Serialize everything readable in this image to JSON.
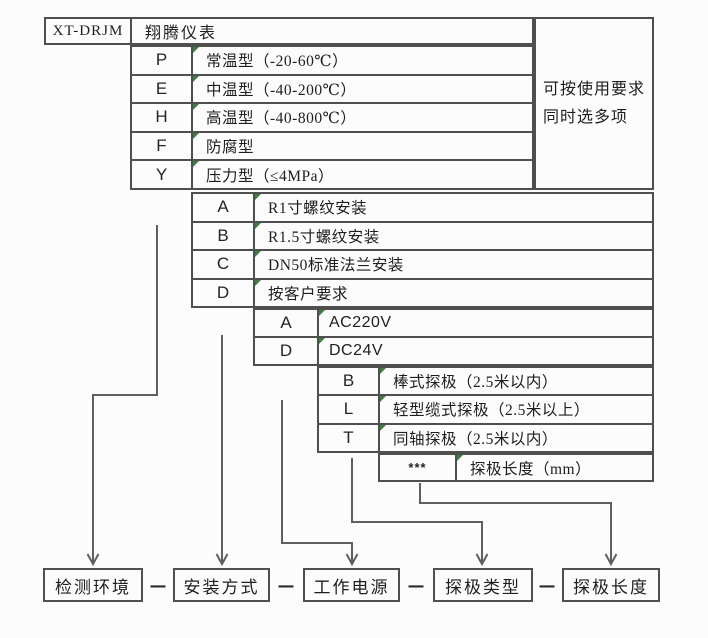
{
  "diagram": {
    "model_code": "XT-DRJM",
    "brand": "翔腾仪表",
    "note": {
      "line1": "可按使用要求",
      "line2": "同时选多项"
    },
    "separator": "—"
  },
  "sections": {
    "temperature": {
      "rows": [
        {
          "code": "P",
          "desc": "常温型（-20-60℃）"
        },
        {
          "code": "E",
          "desc": "中温型（-40-200℃）"
        },
        {
          "code": "H",
          "desc": "高温型（-40-800℃）"
        },
        {
          "code": "F",
          "desc": "防腐型"
        },
        {
          "code": "Y",
          "desc": "压力型（≤4MPa）"
        }
      ]
    },
    "mounting": {
      "rows": [
        {
          "code": "A",
          "desc": "R1寸螺纹安装"
        },
        {
          "code": "B",
          "desc": "R1.5寸螺纹安装"
        },
        {
          "code": "C",
          "desc": "DN50标准法兰安装"
        },
        {
          "code": "D",
          "desc": "按客户要求"
        }
      ]
    },
    "power": {
      "rows": [
        {
          "code": "A",
          "desc": "AC220V"
        },
        {
          "code": "D",
          "desc": "DC24V"
        }
      ]
    },
    "probe_type": {
      "rows": [
        {
          "code": "B",
          "desc": "棒式探极（2.5米以内）"
        },
        {
          "code": "L",
          "desc": "轻型缆式探极（2.5米以上）"
        },
        {
          "code": "T",
          "desc": "同轴探极（2.5米以内）"
        }
      ]
    },
    "probe_length": {
      "rows": [
        {
          "code": "***",
          "desc": "探极长度（mm）"
        }
      ]
    }
  },
  "bottom_labels": [
    "检测环境",
    "安装方式",
    "工作电源",
    "探极类型",
    "探极长度"
  ],
  "colors": {
    "border": "#4f4f4f",
    "connector_line": "#5f5f5f",
    "corner_marker_green": "#3f7d42",
    "background": "#fcfcfc",
    "text": "#1e1e1e"
  }
}
